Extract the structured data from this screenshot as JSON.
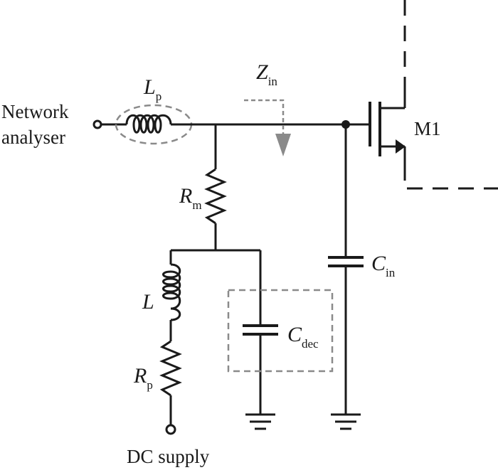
{
  "labels": {
    "network_analyser_line1": "Network",
    "network_analyser_line2": "analyser",
    "lp_main": "L",
    "lp_sub": "p",
    "zin_main": "Z",
    "zin_sub": "in",
    "rm_main": "R",
    "rm_sub": "m",
    "l_main": "L",
    "rp_main": "R",
    "rp_sub": "p",
    "cdec_main": "C",
    "cdec_sub": "dec",
    "cin_main": "C",
    "cin_sub": "in",
    "m1": "M1",
    "dc_supply": "DC supply"
  },
  "colors": {
    "wire": "#1a1a1a",
    "dashed_box": "#8a8a8a",
    "zin_arrow": "#8a8a8a"
  }
}
